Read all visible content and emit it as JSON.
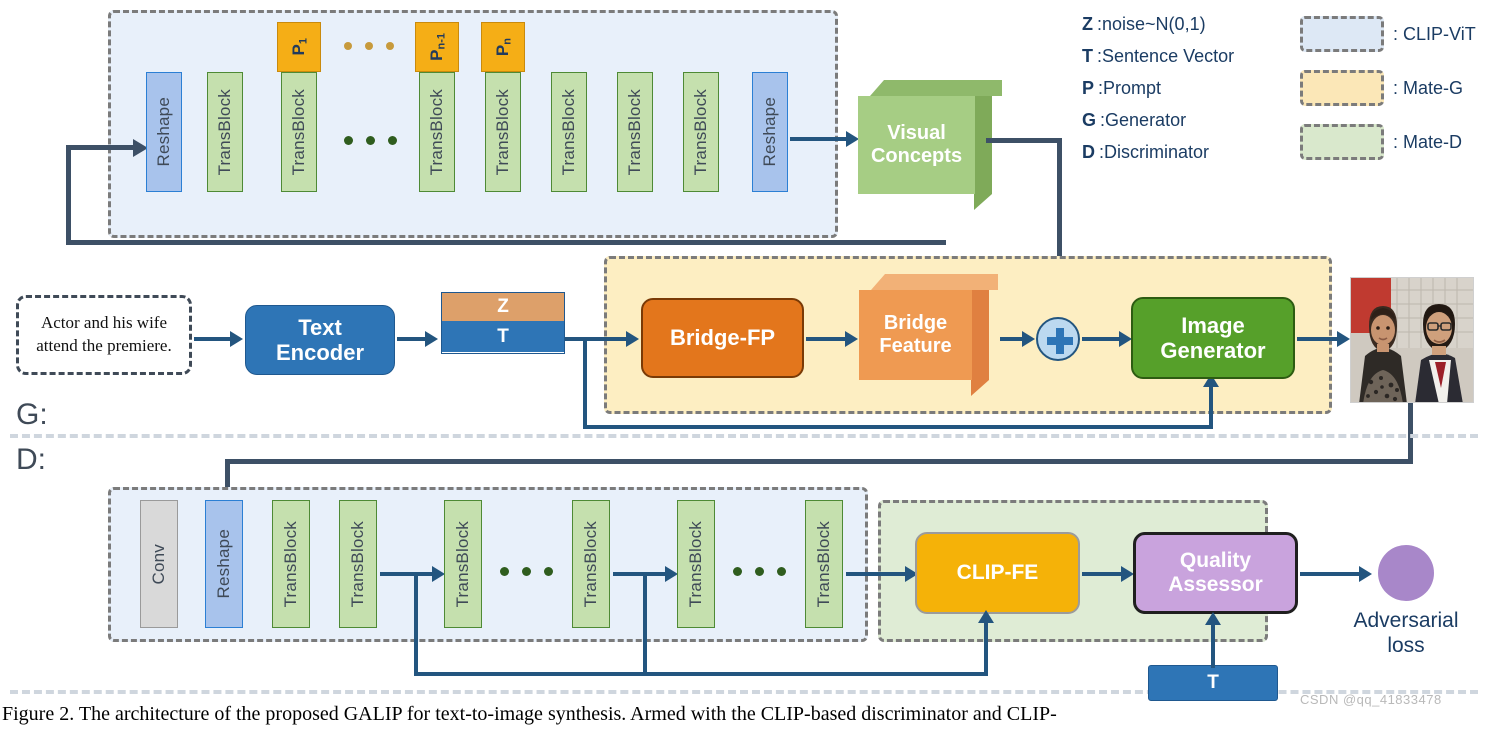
{
  "figure": {
    "caption": "Figure 2.  The architecture of the proposed GALIP for text-to-image synthesis.  Armed with the CLIP-based discriminator and CLIP-",
    "watermark": "CSDN @qq_41833478"
  },
  "legend": {
    "symbols": [
      {
        "key": "Z",
        "sep": " : ",
        "desc": "noise~N(0,1)"
      },
      {
        "key": "T",
        "sep": " : ",
        "desc": "Sentence Vector"
      },
      {
        "key": "P",
        "sep": " : ",
        "desc": "Prompt"
      },
      {
        "key": "G",
        "sep": " : ",
        "desc": "Generator"
      },
      {
        "key": "D",
        "sep": " : ",
        "desc": "Discriminator"
      }
    ],
    "swatches": [
      {
        "label": ": CLIP-ViT",
        "color": "#dde8f5"
      },
      {
        "label": ": Mate-G",
        "color": "#fbe7b7"
      },
      {
        "label": ": Mate-D",
        "color": "#d9e8cc"
      }
    ]
  },
  "sections": {
    "generator_label": "G:",
    "discriminator_label": "D:"
  },
  "clip_vit_encoder": {
    "blocks": [
      {
        "type": "reshape",
        "label": "Reshape"
      },
      {
        "type": "trans",
        "label": "TransBlock"
      },
      {
        "type": "trans",
        "label": "TransBlock",
        "prompt": "P",
        "prompt_sub": "1"
      },
      {
        "type": "ellipsis"
      },
      {
        "type": "trans",
        "label": "TransBlock",
        "prompt": "P",
        "prompt_sub": "n-1"
      },
      {
        "type": "trans",
        "label": "TransBlock",
        "prompt": "P",
        "prompt_sub": "n"
      },
      {
        "type": "trans",
        "label": "TransBlock"
      },
      {
        "type": "trans",
        "label": "TransBlock"
      },
      {
        "type": "trans",
        "label": "TransBlock"
      },
      {
        "type": "reshape",
        "label": "Reshape"
      }
    ],
    "output_cube": {
      "line1": "Visual",
      "line2": "Concepts",
      "color": "#a6cd84"
    }
  },
  "generator": {
    "sentence_prompt": "Actor and his wife attend the premiere.",
    "text_encoder": {
      "line1": "Text",
      "line2": "Encoder"
    },
    "noise_vector": {
      "z_label": "Z",
      "t_label": "T"
    },
    "bridge_fp": {
      "label": "Bridge-FP"
    },
    "bridge_feature": {
      "line1": "Bridge",
      "line2": "Feature",
      "color": "#ef9a52"
    },
    "fusion": {
      "symbol": "+"
    },
    "image_generator": {
      "line1": "Image",
      "line2": "Generator"
    },
    "generated_image_alt": "generated photo of a couple"
  },
  "discriminator": {
    "blocks": [
      {
        "type": "conv",
        "label": "Conv"
      },
      {
        "type": "reshape",
        "label": "Reshape"
      },
      {
        "type": "trans",
        "label": "TransBlock"
      },
      {
        "type": "trans",
        "label": "TransBlock"
      },
      {
        "type": "trans",
        "label": "TransBlock"
      },
      {
        "type": "ellipsis"
      },
      {
        "type": "trans",
        "label": "TransBlock"
      },
      {
        "type": "trans",
        "label": "TransBlock"
      },
      {
        "type": "ellipsis"
      },
      {
        "type": "trans",
        "label": "TransBlock"
      }
    ],
    "clip_fe": {
      "label": "CLIP-FE"
    },
    "quality_assessor": {
      "line1": "Quality",
      "line2": "Assessor"
    },
    "sentence_vector_box": {
      "label": "T"
    },
    "output": {
      "line1": "Adversarial",
      "line2": "loss",
      "color": "#a887c9"
    }
  },
  "colors": {
    "connector": "#23557f",
    "loop": "#3d5066",
    "trans_block": "#c5e0ae",
    "reshape": "#a8c3ec",
    "prompt": "#f5ae16",
    "text_encoder": "#2e75b6",
    "bridge_fp": "#e3761c",
    "image_generator": "#56a02a",
    "clip_fe": "#f5b208",
    "quality_assessor": "#c9a3dd",
    "noise_z": "#dda06a"
  }
}
